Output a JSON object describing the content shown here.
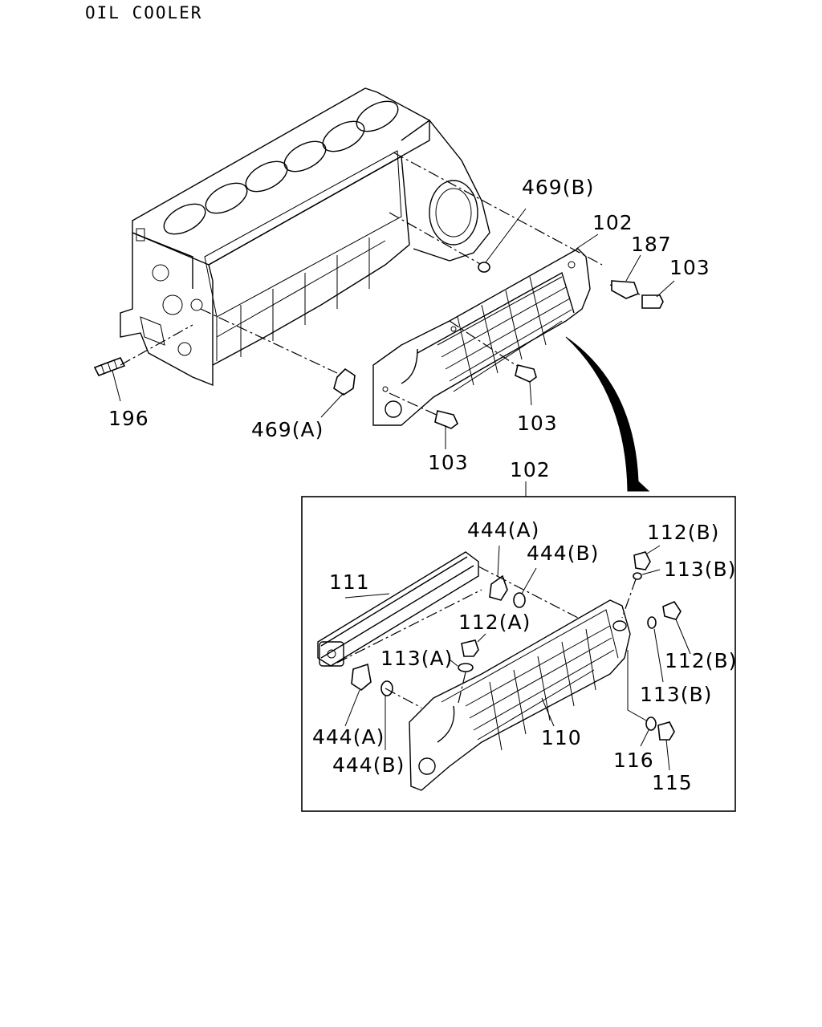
{
  "title": "OIL COOLER",
  "labels": {
    "l469b": "469(B)",
    "l102_top": "102",
    "l187": "187",
    "l103_a": "103",
    "l103_b": "103",
    "l103_c": "103",
    "l196": "196",
    "l469a": "469(A)",
    "l102_box": "102",
    "l444a_top": "444(A)",
    "l444b_top": "444(B)",
    "l112b_top": "112(B)",
    "l113b_top": "113(B)",
    "l111": "111",
    "l112a": "112(A)",
    "l113a": "113(A)",
    "l112b_right": "112(B)",
    "l113b_right": "113(B)",
    "l110": "110",
    "l444a_bottom": "444(A)",
    "l444b_bottom": "444(B)",
    "l116": "116",
    "l115": "115"
  },
  "icons": {
    "engine_block": "engine-block-drawing",
    "oil_cooler_assembly": "oil-cooler-drawing",
    "detail_arrow": "curved-arrow"
  }
}
